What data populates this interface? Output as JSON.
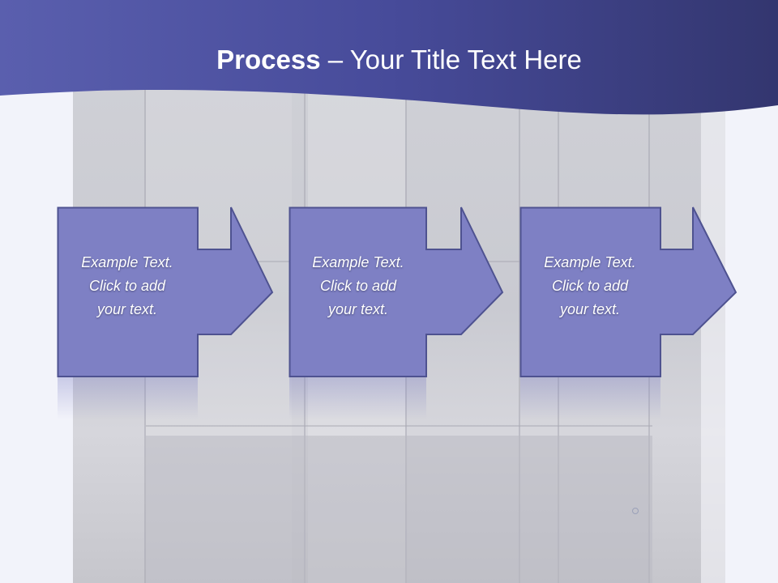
{
  "slide": {
    "title_bold": "Process",
    "title_sep": "–",
    "title_rest": "Your Title Text Here"
  },
  "steps": [
    {
      "line1": "Example Text.",
      "line2": "Click  to add",
      "line3": "your text."
    },
    {
      "line1": "Example Text.",
      "line2": "Click  to add",
      "line3": "your text."
    },
    {
      "line1": "Example Text.",
      "line2": "Click  to add",
      "line3": "your text."
    }
  ],
  "colors": {
    "header_dark": "#33366f",
    "header_light": "#5a5fae",
    "step_fill": "#7e80c4",
    "step_stroke": "#4e5290",
    "page_bg": "#f2f3fa"
  }
}
